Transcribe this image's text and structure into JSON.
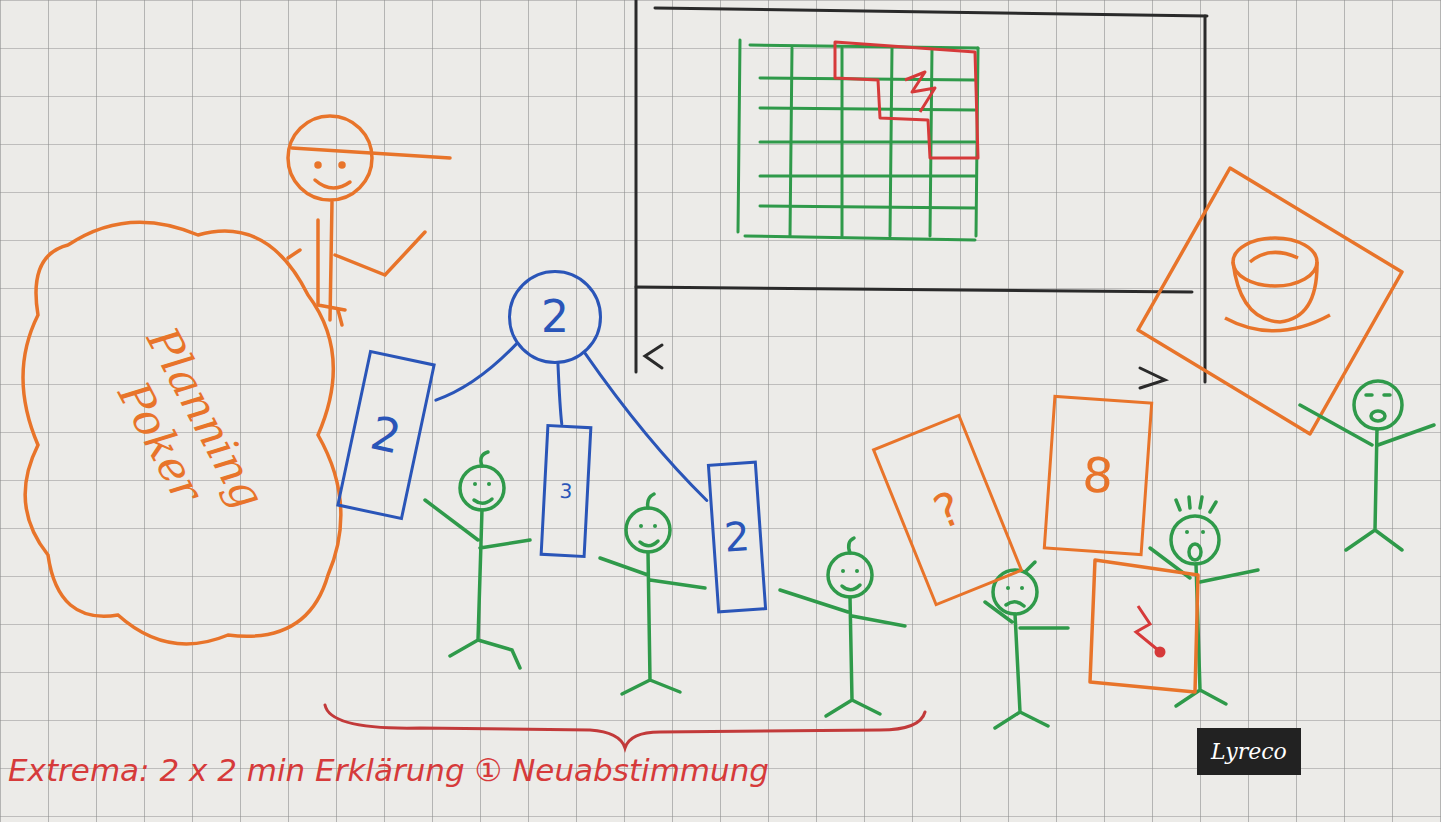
{
  "diagram": {
    "nodes": [
      {
        "text": [
          "Planning Poker"
        ]
      },
      {
        "text": [
          "2"
        ]
      },
      {
        "text": [
          "2"
        ]
      },
      {
        "text": [
          "3"
        ]
      },
      {
        "text": [
          "2"
        ]
      },
      {
        "text": [
          "?"
        ]
      },
      {
        "text": [
          "8"
        ]
      }
    ],
    "edges": [
      {
        "from": 1,
        "to": 2,
        "arrow": "none"
      },
      {
        "from": 1,
        "to": 3,
        "arrow": "none"
      },
      {
        "from": 1,
        "to": 4,
        "arrow": "none"
      }
    ],
    "labels": [
      "Extrema: 2 x 2 min Erklärung ① Neuabstimmung",
      "Lyreco"
    ]
  }
}
